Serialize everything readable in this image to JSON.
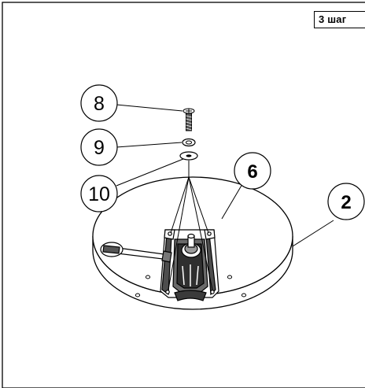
{
  "step": {
    "label": "3 шаг"
  },
  "callouts": [
    {
      "id": "8",
      "text": "8",
      "bold": false
    },
    {
      "id": "9",
      "text": "9",
      "bold": false
    },
    {
      "id": "10",
      "text": "10",
      "bold": false
    },
    {
      "id": "6",
      "text": "6",
      "bold": true
    },
    {
      "id": "2",
      "text": "2",
      "bold": true
    }
  ],
  "colors": {
    "ink": "#000000",
    "background": "#ffffff",
    "hardware": "#5a5a5a"
  }
}
